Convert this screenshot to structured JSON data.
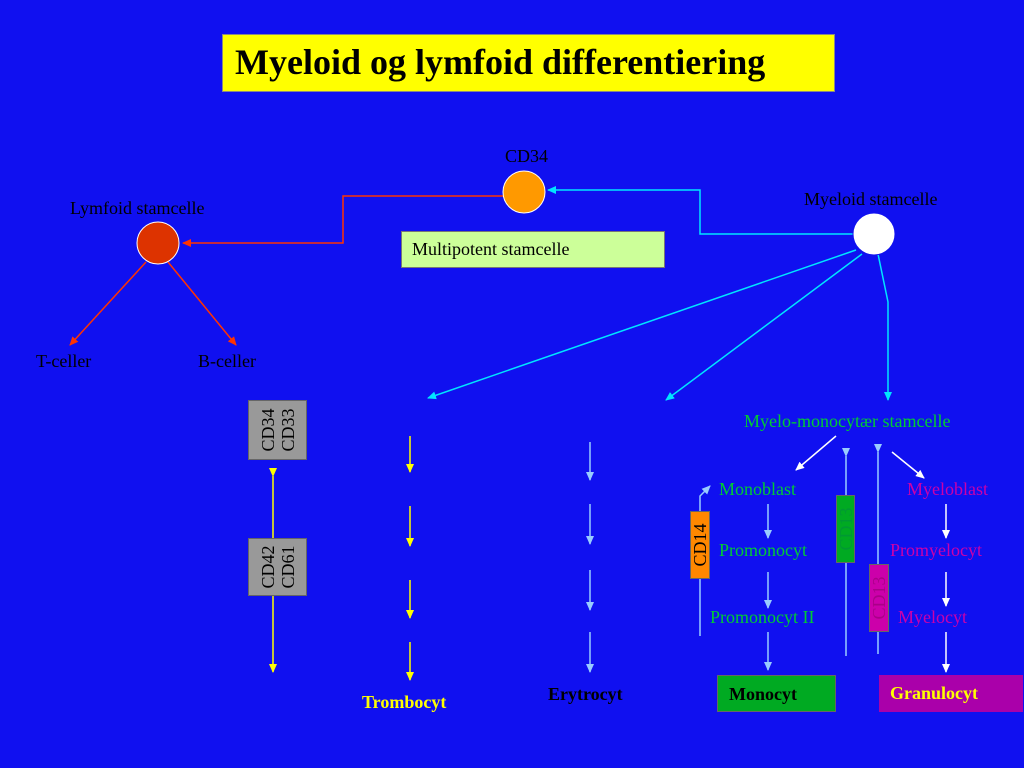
{
  "title": "Myeloid og lymfoid differentiering",
  "nodes": {
    "cd34_label": "CD34",
    "multipotent": "Multipotent stamcelle",
    "lymfoid": "Lymfoid stamcelle",
    "myeloid": "Myeloid stamcelle",
    "t_cells": "T-celler",
    "b_cells": "B-celler",
    "myelo_mono": "Myelo-monocytær stamcelle",
    "monoblast": "Monoblast",
    "promonocyt": "Promonocyt",
    "promonocyt2": "Promonocyt II",
    "myeloblast": "Myeloblast",
    "promyelocyt": "Promyelocyt",
    "myelocyt": "Myelocyt"
  },
  "markers": {
    "cd34_cd33": [
      "CD34",
      "CD33"
    ],
    "cd42_cd61": [
      "CD42",
      "CD61"
    ],
    "cd14": "CD14",
    "cd13_green": "CD13",
    "cd13_purple": "CD13"
  },
  "results": {
    "trombocyt": "Trombocyt",
    "erytrocyt": "Erytrocyt",
    "monocyt": "Monocyt",
    "granulocyt": "Granulocyt"
  },
  "colors": {
    "background": "#1010f0",
    "title_box": "#ffff00",
    "multipotent_box": "#ccff99",
    "cd34_node": "#ff9900",
    "lymfoid_node": "#dd3300",
    "myeloid_node": "#ffffff",
    "cyan_arrow": "#00e5ff",
    "red_arrow": "#ff3300",
    "yellow_arrow": "#ffff00",
    "lightblue_arrow": "#99ccff",
    "green_text": "#00cc33",
    "purple_text": "#cc00aa",
    "monocyt_box": "#00aa22",
    "granulocyt_box": "#aa00aa",
    "marker_gray": "#999999",
    "cd14_box": "#ff8800",
    "cd13_green_box": "#00aa22",
    "cd13_purple_box": "#cc00aa"
  }
}
